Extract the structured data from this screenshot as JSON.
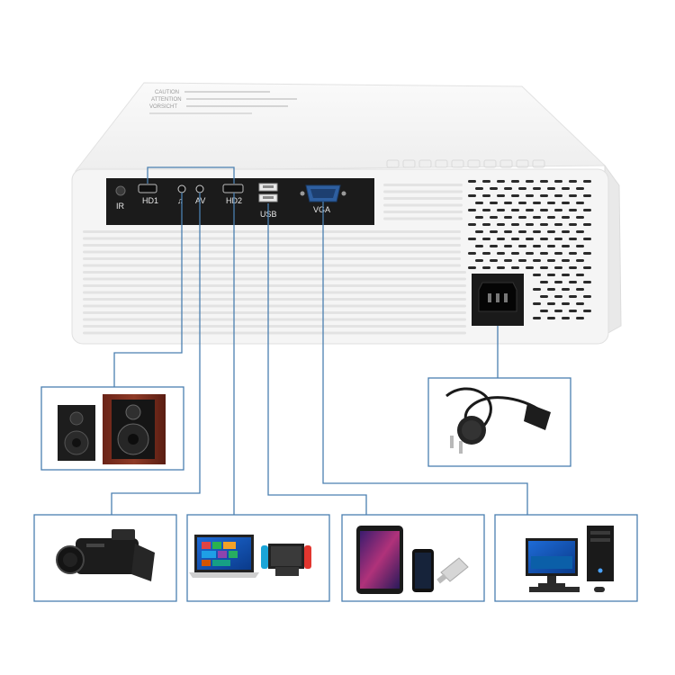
{
  "ports": {
    "ir": "IR",
    "hd1": "HD1",
    "audio": "♫",
    "av": "AV",
    "hd2": "HD2",
    "usb": "USB",
    "vga": "VGA"
  },
  "caution_text": [
    "CAUTION",
    "ATTENTION",
    "VORSICHT"
  ],
  "device_icons": [
    "speakers-icon",
    "power-cable-icon",
    "camcorder-icon",
    "laptop-console-icon",
    "tablet-phone-usb-icon",
    "desktop-computer-icon"
  ],
  "colors": {
    "line": "#4a7fb0",
    "panel": "#1b1b1b",
    "body": "#f4f4f4"
  }
}
